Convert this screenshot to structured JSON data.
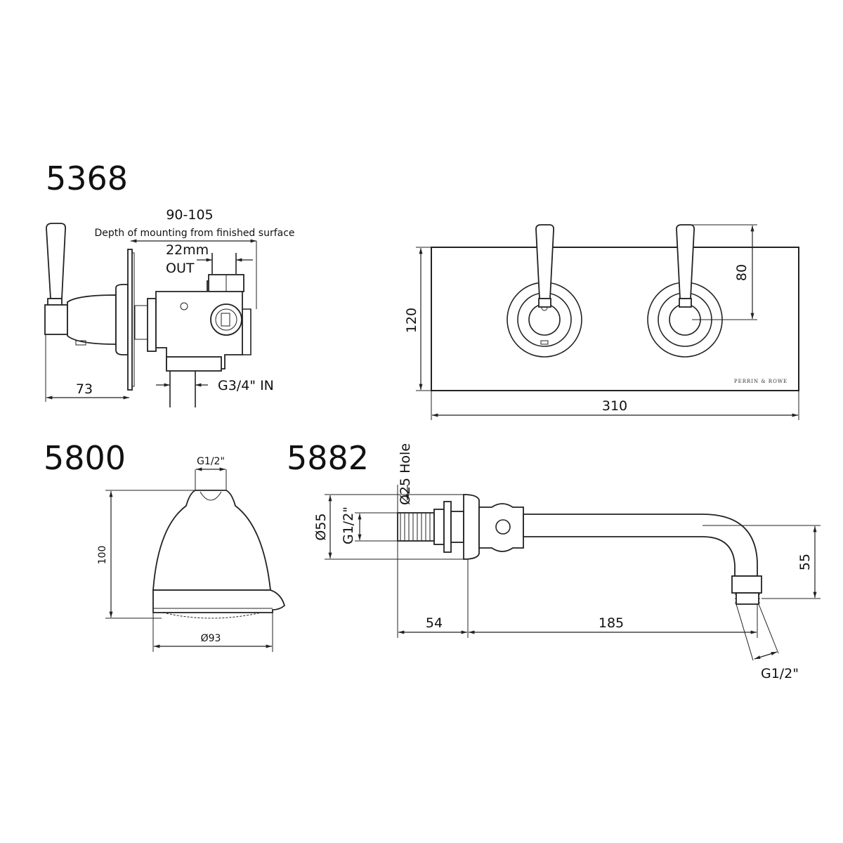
{
  "products": [
    {
      "code": "5368",
      "dimensions": {
        "mounting_depth": "90-105",
        "mounting_depth_note": "Depth of mounting from finished surface",
        "outlet": "22mm",
        "outlet_label": "OUT",
        "inlet": "G3/4\" IN",
        "projection": "73",
        "plate_height": "120",
        "plate_width": "310",
        "lever_height": "80"
      },
      "logo_text": "Perrin & Rowe"
    },
    {
      "code": "5800",
      "dimensions": {
        "thread": "G1/2\"",
        "height": "100",
        "diameter": "Ø93"
      }
    },
    {
      "code": "5882",
      "dimensions": {
        "hole": "Ø25 Hole",
        "flange_diameter": "Ø55",
        "thread_in": "G1/2\"",
        "wall_depth": "54",
        "arm_length": "185",
        "drop": "55",
        "thread_out": "G1/2\""
      }
    }
  ]
}
